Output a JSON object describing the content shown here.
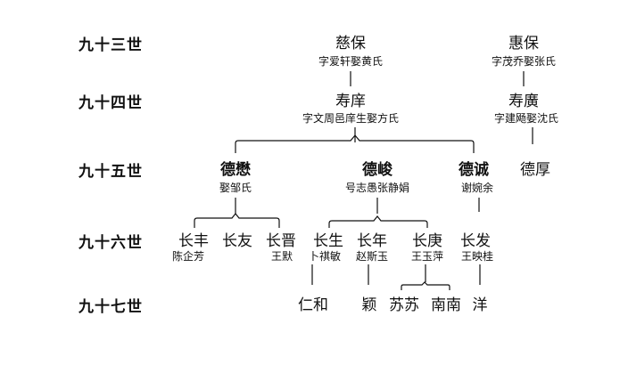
{
  "generations": {
    "g93": "九十三世",
    "g94": "九十四世",
    "g95": "九十五世",
    "g96": "九十六世",
    "g97": "九十七世"
  },
  "g93": {
    "cibao": {
      "name": "慈保",
      "note": "字爱轩娶黄氏"
    },
    "huibao": {
      "name": "惠保",
      "note": "字茂乔娶张氏"
    }
  },
  "g94": {
    "shouxiang": {
      "name": "寿庠",
      "note": "字文周邑庠生娶方氏"
    },
    "shouguang": {
      "name": "寿廣",
      "note": "字建飏娶沈氏"
    }
  },
  "g95": {
    "demao": {
      "name": "德懋",
      "note": "娶邹氏"
    },
    "dejun": {
      "name": "德峻",
      "note": "号志愚张静娟"
    },
    "decheng": {
      "name": "德诚",
      "note": "谢婉余"
    },
    "dehou": {
      "name": "德厚"
    }
  },
  "g96": {
    "changfeng": {
      "name": "长丰",
      "note": "陈企芳"
    },
    "changyou": {
      "name": "长友"
    },
    "changjin": {
      "name": "长晋",
      "note": "王默"
    },
    "changsheng": {
      "name": "长生",
      "note": "卜祺敏"
    },
    "changnian": {
      "name": "长年",
      "note": "赵斯玉"
    },
    "changgeng": {
      "name": "长庚",
      "note": "王玉萍"
    },
    "changfa": {
      "name": "长发",
      "note": "王映桂"
    }
  },
  "g97": {
    "renhe": "仁和",
    "ying": "颖",
    "susu": "苏苏",
    "nannan": "南南",
    "yang": "洋"
  }
}
